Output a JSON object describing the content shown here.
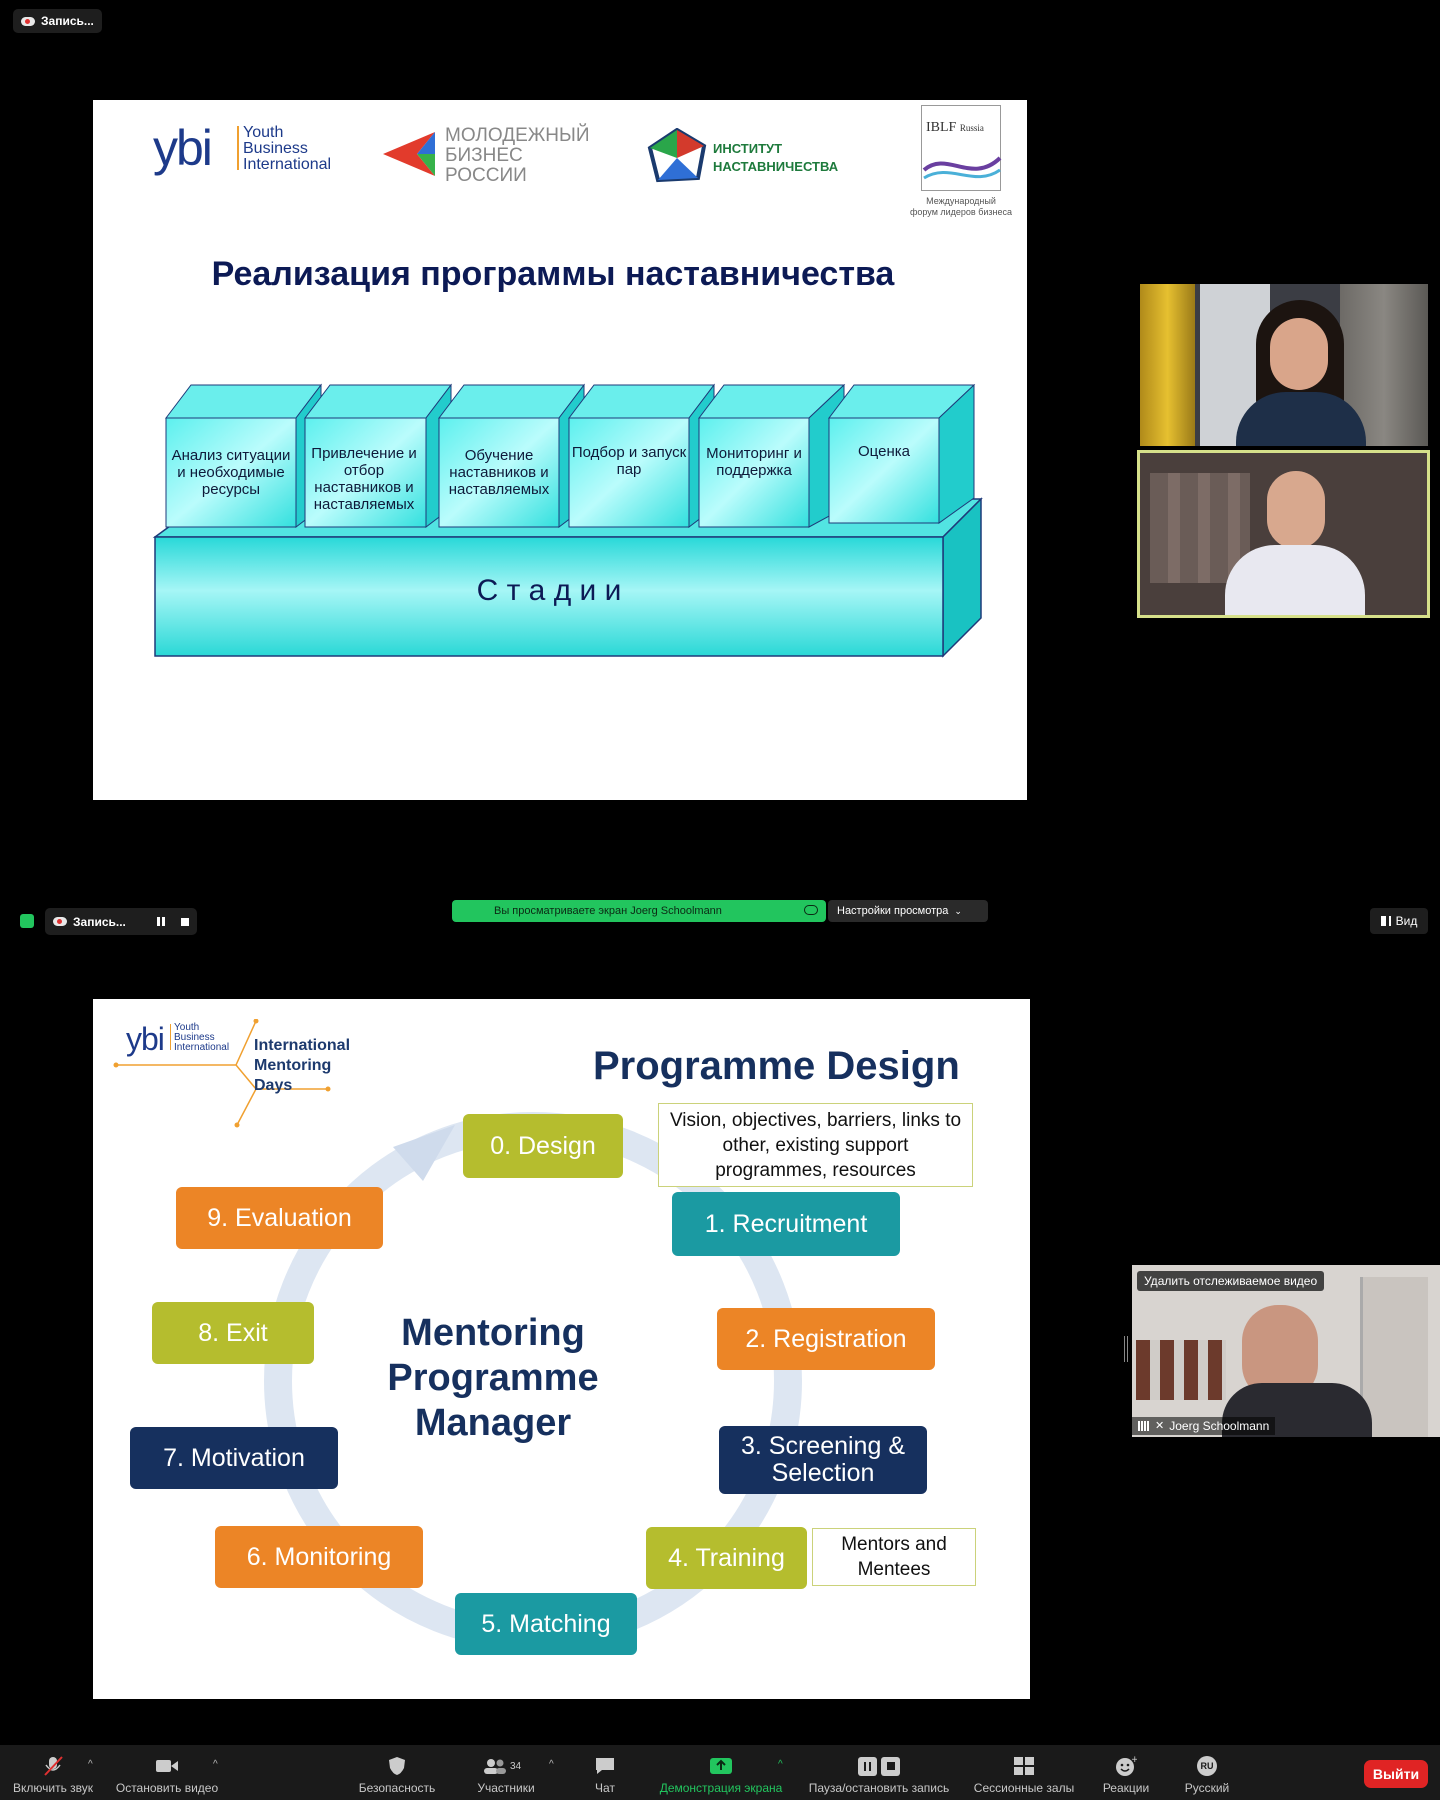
{
  "top_recording": {
    "label": "Запись..."
  },
  "slide1": {
    "logos": {
      "ybi_mark": "ybi",
      "ybi_lines": [
        "Youth",
        "Business",
        "International"
      ],
      "mbr_lines": [
        "МОЛОДЕЖНЫЙ",
        "БИЗНЕС",
        "РОССИИ"
      ],
      "inst_lines": [
        "ИНСТИТУТ",
        "НАСТАВНИЧЕСТВА"
      ],
      "iblf": "IBLF",
      "iblf_sub": "Russia",
      "iblf_caption": [
        "Международный",
        "форум лидеров бизнеса"
      ]
    },
    "title": "Реализация программы наставничества",
    "boxes": [
      "Анализ ситуации и необходимые ресурсы",
      "Привлечение и отбор наставников и наставляемых",
      "Обучение наставников и наставляемых",
      "Подбор и запуск пар",
      "Мониторинг и поддержка",
      "Оценка"
    ],
    "base_label": "С т а д и и"
  },
  "meeting_bar": {
    "recording_label": "Запись...",
    "share_banner": "Вы просматриваете экран Joerg Schoolmann",
    "view_settings": "Настройки просмотра",
    "view_button": "Вид"
  },
  "slide2": {
    "logo_mark": "ybi",
    "logo_lines": [
      "Youth",
      "Business",
      "International"
    ],
    "imd_lines": [
      "International",
      "Mentoring",
      "Days"
    ],
    "title": "Programme Design",
    "center_lines": [
      "Mentoring",
      "Programme",
      "Manager"
    ],
    "stages": [
      "0. Design",
      "1. Recruitment",
      "2. Registration",
      "3. Screening & Selection",
      "4. Training",
      "5. Matching",
      "6. Monitoring",
      "7. Motivation",
      "8. Exit",
      "9. Evaluation"
    ],
    "note_design": "Vision, objectives, barriers, links to other, existing support programmes, resources",
    "note_training": "Mentors and Mentees"
  },
  "participants": {
    "tracked_tooltip": "Удалить отслеживаемое видео",
    "speaker_name": "Joerg Schoolmann"
  },
  "toolbar": {
    "unmute": "Включить звук",
    "stop_video": "Остановить видео",
    "security": "Безопасность",
    "participants": "Участники",
    "participants_count": "34",
    "chat": "Чат",
    "share": "Демонстрация экрана",
    "pause_rec": "Пауза/остановить запись",
    "breakout": "Сессионные залы",
    "reactions": "Реакции",
    "language": "Русский",
    "language_code": "RU",
    "leave": "Выйти"
  },
  "colors": {
    "share_green": "#22c55e",
    "leave_red": "#e02424",
    "active_speaker": "#d6e08a",
    "olive": "#b5bd2e",
    "teal": "#1b9aa2",
    "orange": "#ec8526",
    "navy": "#16305e"
  }
}
